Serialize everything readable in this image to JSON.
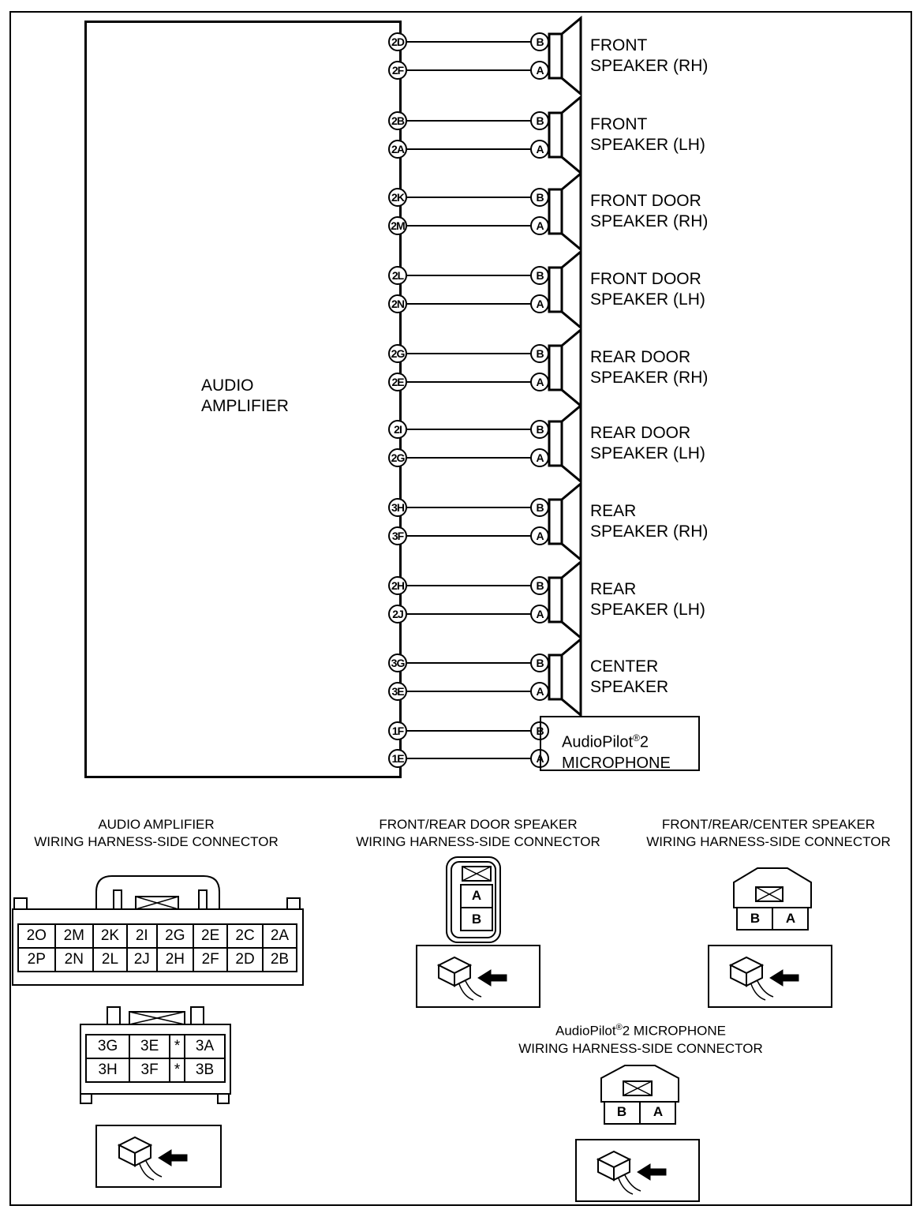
{
  "amplifier": {
    "label_line1": "AUDIO",
    "label_line2": "AMPLIFIER"
  },
  "speakers": [
    {
      "line1": "FRONT",
      "line2": "SPEAKER (RH)",
      "amp_pins": [
        "2D",
        "2F"
      ],
      "spk_pins": [
        "B",
        "A"
      ]
    },
    {
      "line1": "FRONT",
      "line2": "SPEAKER (LH)",
      "amp_pins": [
        "2B",
        "2A"
      ],
      "spk_pins": [
        "B",
        "A"
      ]
    },
    {
      "line1": "FRONT DOOR",
      "line2": "SPEAKER (RH)",
      "amp_pins": [
        "2K",
        "2M"
      ],
      "spk_pins": [
        "B",
        "A"
      ]
    },
    {
      "line1": "FRONT DOOR",
      "line2": "SPEAKER (LH)",
      "amp_pins": [
        "2L",
        "2N"
      ],
      "spk_pins": [
        "B",
        "A"
      ]
    },
    {
      "line1": "REAR DOOR",
      "line2": "SPEAKER (RH)",
      "amp_pins": [
        "2G",
        "2E"
      ],
      "spk_pins": [
        "B",
        "A"
      ]
    },
    {
      "line1": "REAR DOOR",
      "line2": "SPEAKER (LH)",
      "amp_pins": [
        "2I",
        "2G"
      ],
      "spk_pins": [
        "B",
        "A"
      ]
    },
    {
      "line1": "REAR",
      "line2": "SPEAKER (RH)",
      "amp_pins": [
        "3H",
        "3F"
      ],
      "spk_pins": [
        "B",
        "A"
      ]
    },
    {
      "line1": "REAR",
      "line2": "SPEAKER (LH)",
      "amp_pins": [
        "2H",
        "2J"
      ],
      "spk_pins": [
        "B",
        "A"
      ]
    },
    {
      "line1": "CENTER",
      "line2": "SPEAKER",
      "amp_pins": [
        "3G",
        "3E"
      ],
      "spk_pins": [
        "B",
        "A"
      ]
    }
  ],
  "microphone": {
    "line1": "AudioPilot",
    "sup": "®",
    "line1_suffix": "2",
    "line2": "MICROPHONE",
    "amp_pins": [
      "1F",
      "1E"
    ],
    "mic_pins": [
      "B",
      "A"
    ]
  },
  "connectors": {
    "amp": {
      "title1": "AUDIO AMPLIFIER",
      "title2": "WIRING HARNESS-SIDE CONNECTOR",
      "row1": [
        "2O",
        "2M",
        "2K",
        "2I",
        "2G",
        "2E",
        "2C",
        "2A"
      ],
      "row2": [
        "2P",
        "2N",
        "2L",
        "2J",
        "2H",
        "2F",
        "2D",
        "2B"
      ],
      "small_row1": [
        "3G",
        "3E",
        "*",
        "3A"
      ],
      "small_row2": [
        "3H",
        "3F",
        "*",
        "3B"
      ]
    },
    "door": {
      "title1": "FRONT/REAR DOOR SPEAKER",
      "title2": "WIRING HARNESS-SIDE CONNECTOR",
      "pins": [
        "A",
        "B"
      ]
    },
    "frc": {
      "title1": "FRONT/REAR/CENTER SPEAKER",
      "title2": "WIRING HARNESS-SIDE CONNECTOR",
      "pins": [
        "B",
        "A"
      ]
    },
    "mic": {
      "title1a": "AudioPilot",
      "title1sup": "®",
      "title1b": "2 MICROPHONE",
      "title2": "WIRING HARNESS-SIDE CONNECTOR",
      "pins": [
        "B",
        "A"
      ]
    }
  }
}
